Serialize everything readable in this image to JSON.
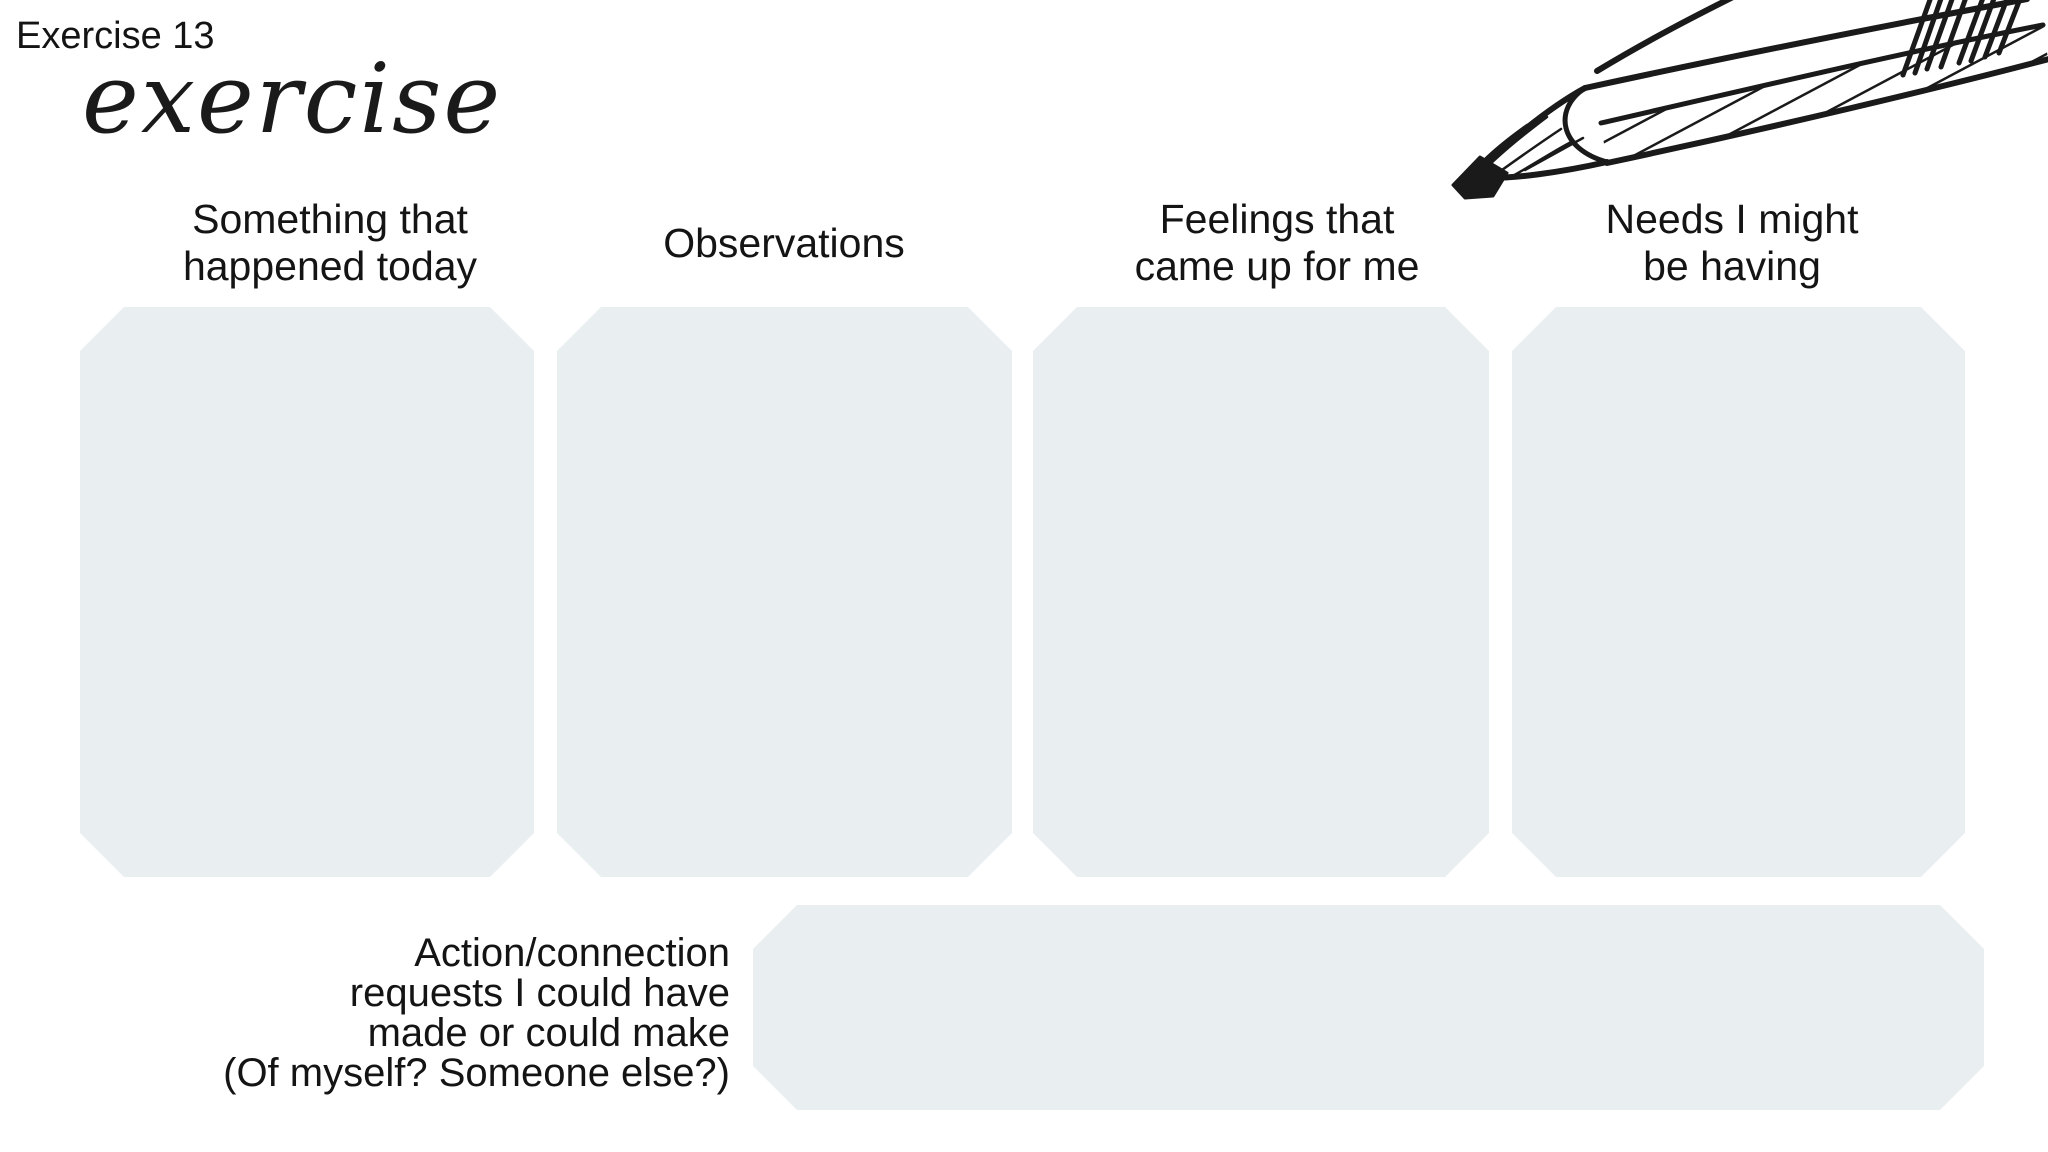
{
  "page": {
    "exercise_number": "Exercise 13",
    "title_script": "exercise"
  },
  "colors": {
    "background": "#ffffff",
    "box_fill": "#e9eef0",
    "text": "#141414",
    "ink": "#1a1a1a"
  },
  "icons": {
    "pencil": "hand-drawn-pencil-sketch"
  },
  "columns": [
    {
      "header": "Something that\nhappened today"
    },
    {
      "header": "Observations"
    },
    {
      "header": "Feelings that\ncame up for me"
    },
    {
      "header": "Needs I might\nbe having"
    }
  ],
  "bottom": {
    "label": "Action/connection\nrequests I could have\nmade or could make\n(Of myself? Someone else?)"
  }
}
